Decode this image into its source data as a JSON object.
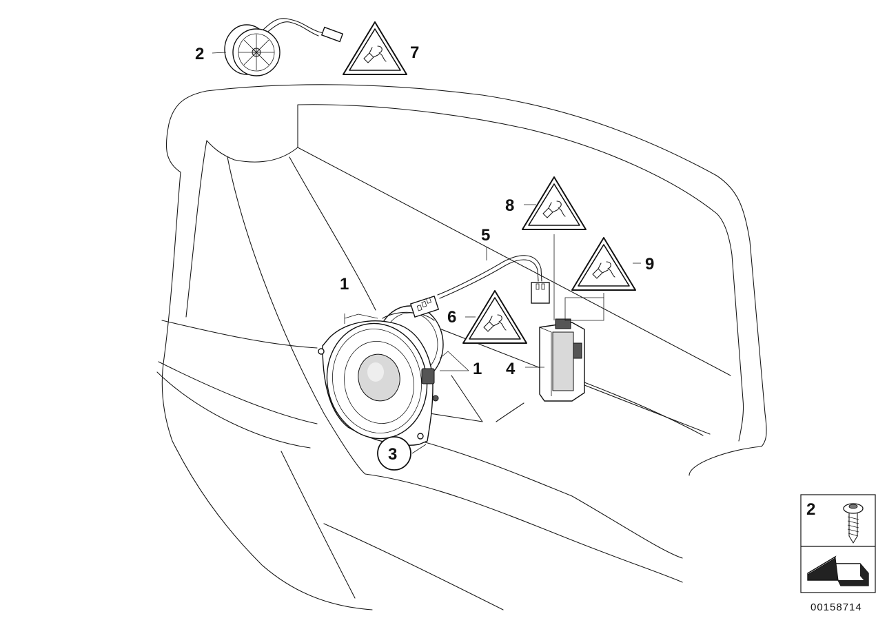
{
  "diagram": {
    "callouts": [
      {
        "id": "c1a",
        "text": "1"
      },
      {
        "id": "c1b",
        "text": "1"
      },
      {
        "id": "c2",
        "text": "2"
      },
      {
        "id": "c3",
        "text": "3"
      },
      {
        "id": "c4",
        "text": "4"
      },
      {
        "id": "c5",
        "text": "5"
      },
      {
        "id": "c6",
        "text": "6"
      },
      {
        "id": "c7",
        "text": "7"
      },
      {
        "id": "c8",
        "text": "8"
      },
      {
        "id": "c9",
        "text": "9"
      }
    ],
    "inset": {
      "part_number": "2"
    },
    "drawing_number": "00158714"
  },
  "colors": {
    "line": "#1a1a1a",
    "background": "#ffffff"
  }
}
